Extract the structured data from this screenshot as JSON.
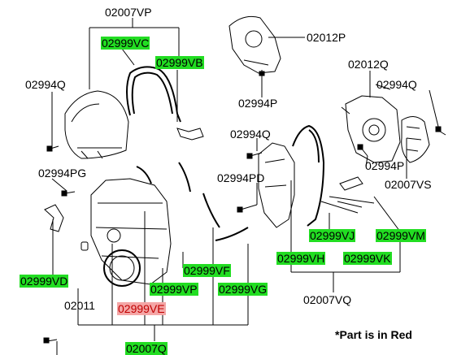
{
  "colors": {
    "highlight_green": "#22dd22",
    "highlight_red": "#f4a6a6",
    "text_red": "#c00000",
    "line": "#000000"
  },
  "labels": {
    "l_02007VP": "02007VP",
    "l_02999VC": "02999VC",
    "l_02999VB": "02999VB",
    "l_02012P": "02012P",
    "l_02994Q_top": "02994Q",
    "l_02994P_top": "02994P",
    "l_02012Q": "02012Q",
    "l_02994Q_right": "02994Q",
    "l_02994Q_mid": "02994Q",
    "l_02994PG": "02994PG",
    "l_02994PD": "02994PD",
    "l_02994P_right": "02994P",
    "l_02007VS": "02007VS",
    "l_02999VJ": "02999VJ",
    "l_02999VM": "02999VM",
    "l_02999VH": "02999VH",
    "l_02999VK": "02999VK",
    "l_02999VF": "02999VF",
    "l_02999VD": "02999VD",
    "l_02999VP": "02999VP",
    "l_02999VG": "02999VG",
    "l_02011": "02011",
    "l_02999VE": "02999VE",
    "l_02007VQ": "02007VQ",
    "l_02007Q": "02007Q"
  },
  "note": "*Part is in Red"
}
